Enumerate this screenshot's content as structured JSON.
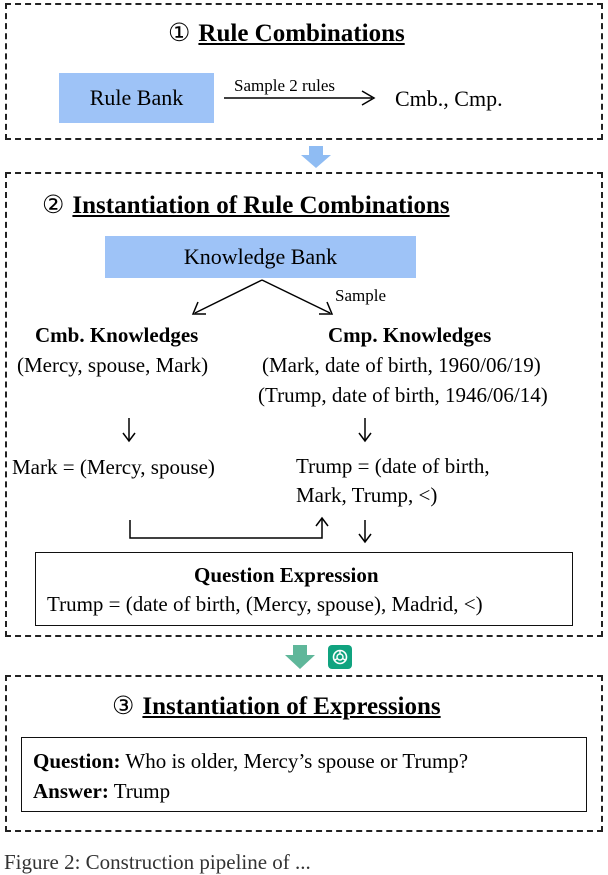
{
  "section1": {
    "number": "①",
    "title": "Rule Combinations",
    "rule_bank": "Rule Bank",
    "sample_label": "Sample 2 rules",
    "output": "Cmb., Cmp."
  },
  "section2": {
    "number": "②",
    "title": "Instantiation of Rule Combinations",
    "knowledge_bank": "Knowledge Bank",
    "sample_label": "Sample",
    "cmb_heading": "Cmb. Knowledges",
    "cmb_item": "(Mercy, spouse, Mark)",
    "cmp_heading": "Cmp. Knowledges",
    "cmp_items": [
      "(Mark, date of birth, 1960/06/19)",
      "(Trump, date of birth, 1946/06/14)"
    ],
    "cmb_expr": "Mark = (Mercy, spouse)",
    "cmp_expr_line1": "Trump = (date of birth,",
    "cmp_expr_line2": "Mark, Trump, <)",
    "question_heading": "Question Expression",
    "question_expr": "Trump = (date of birth, (Mercy, spouse), Madrid, <)"
  },
  "section3": {
    "number": "③",
    "title": "Instantiation of Expressions",
    "question_label": "Question:",
    "question_text": "Who is older, Mercy’s spouse or Trump?",
    "answer_label": "Answer:",
    "answer_text": "Trump"
  },
  "caption": "Figure 2: Construction pipeline of ...",
  "colors": {
    "box_blue": "#9ec3f7",
    "down_arrow_blue": "#8fbcf3",
    "down_arrow_green": "#5fb79a",
    "gpt_green": "#10a37f"
  }
}
